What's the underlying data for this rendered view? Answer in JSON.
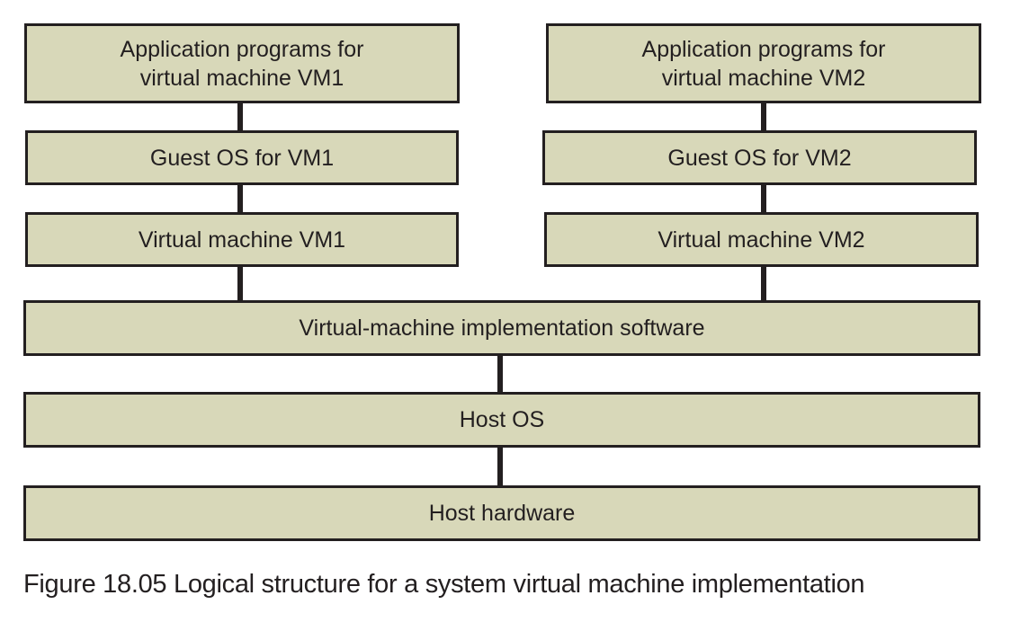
{
  "diagram": {
    "left_stack": {
      "applications": [
        "Application programs for",
        "virtual machine VM1"
      ],
      "guest_os": "Guest OS for VM1",
      "virtual_machine": "Virtual machine VM1"
    },
    "right_stack": {
      "applications": [
        "Application programs for",
        "virtual machine VM2"
      ],
      "guest_os": "Guest OS for VM2",
      "virtual_machine": "Virtual machine VM2"
    },
    "shared_layers": {
      "vm_software": "Virtual-machine implementation software",
      "host_os": "Host OS",
      "host_hardware": "Host hardware"
    },
    "colors": {
      "box_fill": "#d8d8b9",
      "box_border": "#231f20",
      "connector": "#231f20"
    }
  },
  "caption": "Figure 18.05 Logical structure for a system virtual machine implementation"
}
